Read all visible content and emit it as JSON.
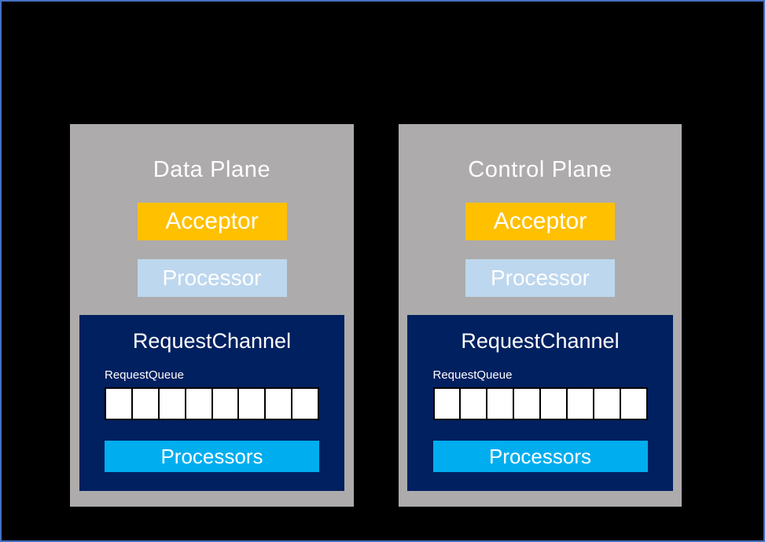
{
  "diagram": {
    "background_color": "#000000",
    "border_color": "#4472C4",
    "panel_color": "#ADABAB",
    "accent_colors": {
      "acceptor": "#FFC000",
      "processor": "#BDD7EE",
      "request_channel": "#002060",
      "processors": "#00AEEF",
      "queue_cell": "#FFFFFF",
      "queue_cell_border": "#000000"
    },
    "panels": [
      {
        "id": "data-plane",
        "title": "Data Plane",
        "acceptor_label": "Acceptor",
        "processor_label": "Processor",
        "channel": {
          "title": "RequestChannel",
          "queue_label": "RequestQueue",
          "queue_cells": 8,
          "processors_label": "Processors"
        }
      },
      {
        "id": "control-plane",
        "title": "Control Plane",
        "acceptor_label": "Acceptor",
        "processor_label": "Processor",
        "channel": {
          "title": "RequestChannel",
          "queue_label": "RequestQueue",
          "queue_cells": 8,
          "processors_label": "Processors"
        }
      }
    ]
  }
}
